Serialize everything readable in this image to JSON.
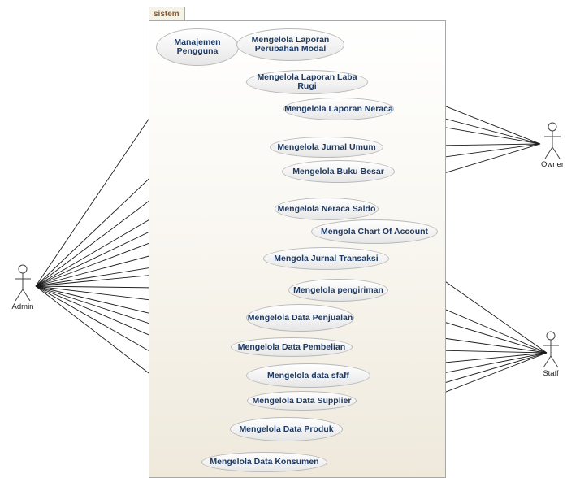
{
  "system": {
    "label": "sistem"
  },
  "actors": {
    "admin": "Admin",
    "owner": "Owner",
    "staff": "Staff"
  },
  "use_cases": [
    {
      "id": "uc1",
      "label": "Manajemen\nPengguna"
    },
    {
      "id": "uc2",
      "label": "Mengelola Laporan\nPerubahan Modal"
    },
    {
      "id": "uc3",
      "label": "Mengelola Laporan Laba Rugi"
    },
    {
      "id": "uc4",
      "label": "Mengelola Laporan Neraca"
    },
    {
      "id": "uc5",
      "label": "Mengelola Jurnal Umum"
    },
    {
      "id": "uc6",
      "label": "Mengelola Buku Besar"
    },
    {
      "id": "uc7",
      "label": "Mengelola Neraca Saldo"
    },
    {
      "id": "uc8",
      "label": "Mengola Chart Of Account"
    },
    {
      "id": "uc9",
      "label": "Mengola Jurnal Transaksi"
    },
    {
      "id": "uc10",
      "label": "Mengelola pengiriman"
    },
    {
      "id": "uc11",
      "label": "Mengelola Data Penjualan"
    },
    {
      "id": "uc12",
      "label": "Mengelola Data Pembelian"
    },
    {
      "id": "uc13",
      "label": "Mengelola data sfaff"
    },
    {
      "id": "uc14",
      "label": "Mengelola Data Supplier"
    },
    {
      "id": "uc15",
      "label": "Mengelola Data Produk"
    },
    {
      "id": "uc16",
      "label": "Mengelola Data Konsumen"
    }
  ],
  "associations": {
    "admin": [
      "uc1",
      "uc2",
      "uc3",
      "uc4",
      "uc5",
      "uc6",
      "uc7",
      "uc8",
      "uc9",
      "uc10",
      "uc11",
      "uc12",
      "uc13",
      "uc14",
      "uc15",
      "uc16"
    ],
    "owner": [
      "uc2",
      "uc3",
      "uc4",
      "uc5",
      "uc6",
      "uc7"
    ],
    "staff": [
      "uc8",
      "uc9",
      "uc10",
      "uc11",
      "uc12",
      "uc13",
      "uc14",
      "uc15",
      "uc16"
    ]
  }
}
